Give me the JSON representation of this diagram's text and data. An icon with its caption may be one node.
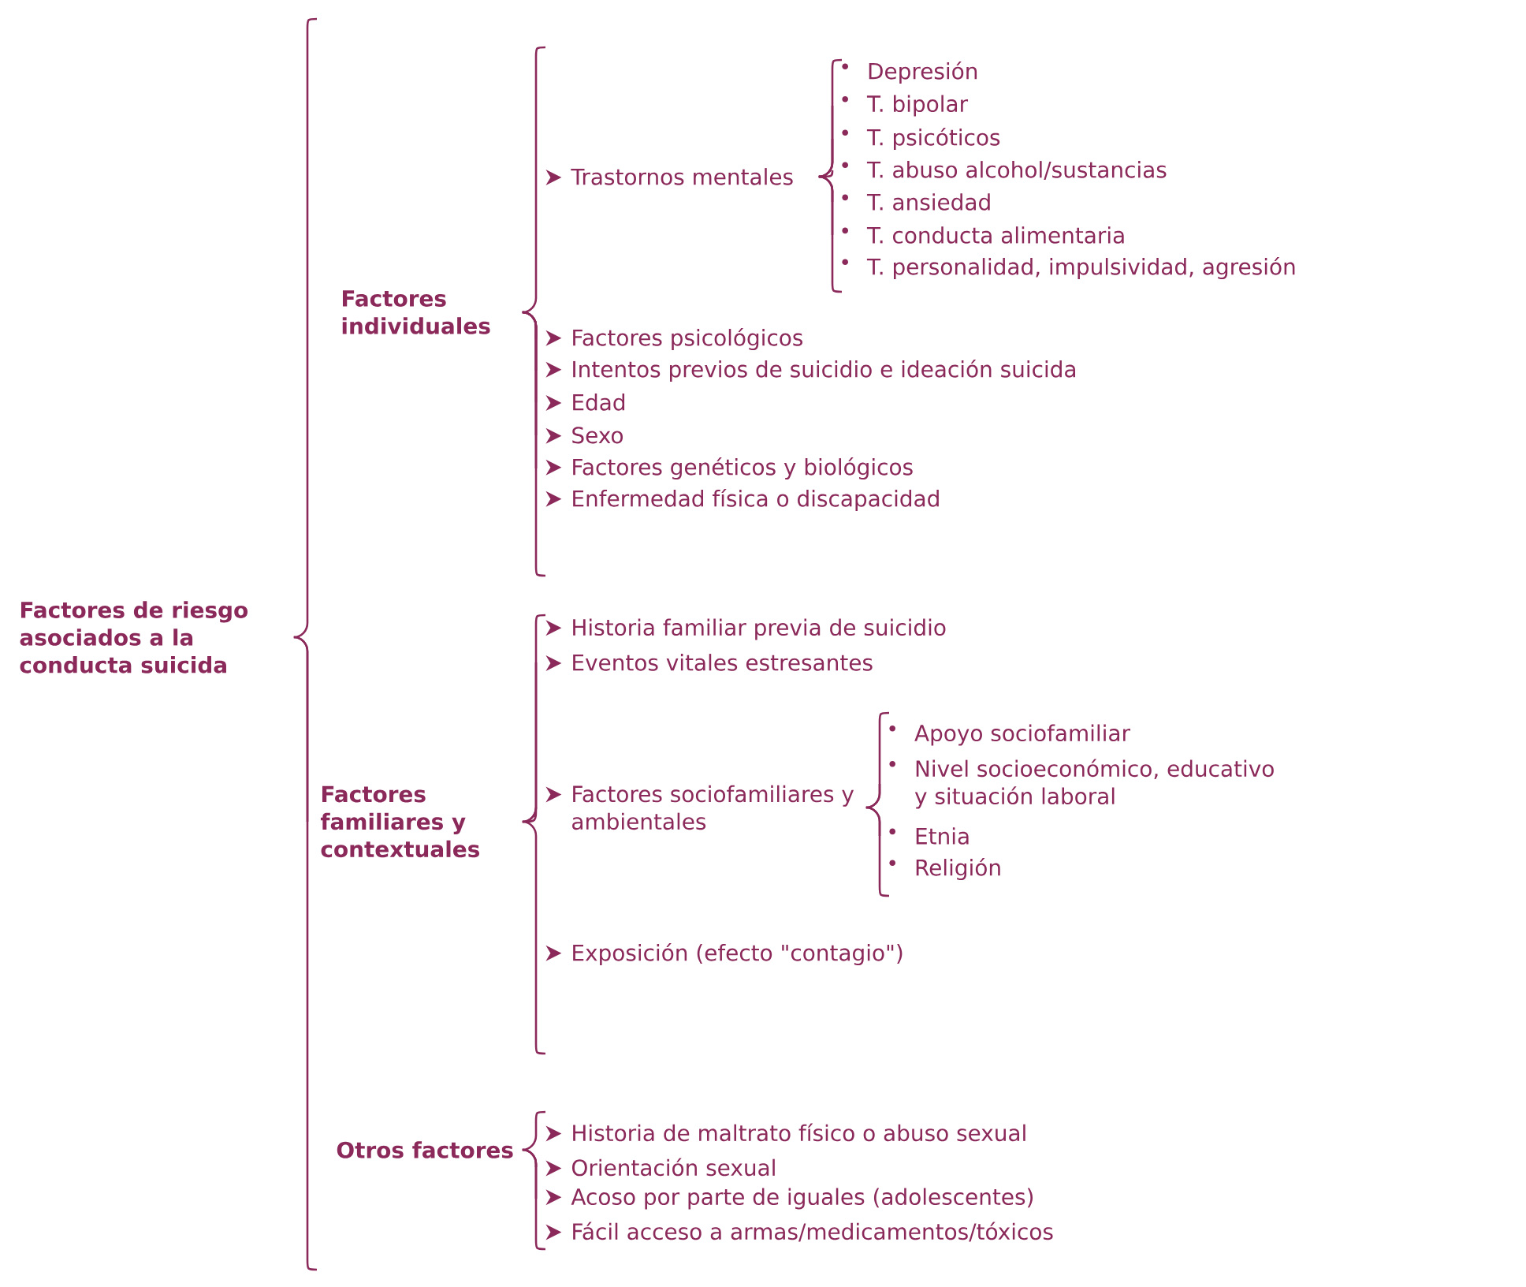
{
  "diagram": {
    "nodes": [
      {
        "text": [
          "Factores de riesgo asociados a la conducta suicida"
        ]
      },
      {
        "text": [
          "Factores individuales"
        ]
      },
      {
        "text": [
          "Trastornos mentales"
        ]
      },
      {
        "text": [
          "Depresión"
        ]
      },
      {
        "text": [
          "T. bipolar"
        ]
      },
      {
        "text": [
          "T. psicóticos"
        ]
      },
      {
        "text": [
          "T. abuso alcohol/sustancias"
        ]
      },
      {
        "text": [
          "T. ansiedad"
        ]
      },
      {
        "text": [
          "T. conducta alimentaria"
        ]
      },
      {
        "text": [
          "T. personalidad, impulsividad, agresión"
        ]
      },
      {
        "text": [
          "Factores psicológicos"
        ]
      },
      {
        "text": [
          "Intentos previos de suicidio e ideación suicida"
        ]
      },
      {
        "text": [
          "Edad"
        ]
      },
      {
        "text": [
          "Sexo"
        ]
      },
      {
        "text": [
          "Factores genéticos y biológicos"
        ]
      },
      {
        "text": [
          "Enfermedad física o discapacidad"
        ]
      },
      {
        "text": [
          "Factores familiares y contextuales"
        ]
      },
      {
        "text": [
          "Historia familiar previa de suicidio"
        ]
      },
      {
        "text": [
          "Eventos vitales estresantes"
        ]
      },
      {
        "text": [
          "Factores sociofamiliares y ambientales"
        ]
      },
      {
        "text": [
          "Apoyo sociofamiliar"
        ]
      },
      {
        "text": [
          "Nivel socioeconómico, educativo y situación laboral"
        ]
      },
      {
        "text": [
          "Etnia"
        ]
      },
      {
        "text": [
          "Religión"
        ]
      },
      {
        "text": [
          "Exposición (efecto \"contagio\")"
        ]
      },
      {
        "text": [
          "Otros factores"
        ]
      },
      {
        "text": [
          "Historia de maltrato físico o abuso sexual"
        ]
      },
      {
        "text": [
          "Orientación sexual"
        ]
      },
      {
        "text": [
          "Acoso por parte de iguales (adolescentes)"
        ]
      },
      {
        "text": [
          "Fácil acceso a armas/medicamentos/tóxicos"
        ]
      }
    ],
    "edges": [
      {
        "from": 0,
        "to": 1,
        "arrow": "none"
      },
      {
        "from": 0,
        "to": 16,
        "arrow": "none"
      },
      {
        "from": 0,
        "to": 25,
        "arrow": "none"
      },
      {
        "from": 1,
        "to": 2,
        "arrow": "none"
      },
      {
        "from": 1,
        "to": 10,
        "arrow": "none"
      },
      {
        "from": 1,
        "to": 11,
        "arrow": "none"
      },
      {
        "from": 1,
        "to": 12,
        "arrow": "none"
      },
      {
        "from": 1,
        "to": 13,
        "arrow": "none"
      },
      {
        "from": 1,
        "to": 14,
        "arrow": "none"
      },
      {
        "from": 1,
        "to": 15,
        "arrow": "none"
      },
      {
        "from": 2,
        "to": 3,
        "arrow": "none"
      },
      {
        "from": 2,
        "to": 4,
        "arrow": "none"
      },
      {
        "from": 2,
        "to": 5,
        "arrow": "none"
      },
      {
        "from": 2,
        "to": 6,
        "arrow": "none"
      },
      {
        "from": 2,
        "to": 7,
        "arrow": "none"
      },
      {
        "from": 2,
        "to": 8,
        "arrow": "none"
      },
      {
        "from": 2,
        "to": 9,
        "arrow": "none"
      },
      {
        "from": 16,
        "to": 17,
        "arrow": "none"
      },
      {
        "from": 16,
        "to": 18,
        "arrow": "none"
      },
      {
        "from": 16,
        "to": 19,
        "arrow": "none"
      },
      {
        "from": 16,
        "to": 24,
        "arrow": "none"
      },
      {
        "from": 19,
        "to": 20,
        "arrow": "none"
      },
      {
        "from": 19,
        "to": 21,
        "arrow": "none"
      },
      {
        "from": 19,
        "to": 22,
        "arrow": "none"
      },
      {
        "from": 19,
        "to": 23,
        "arrow": "none"
      },
      {
        "from": 25,
        "to": 26,
        "arrow": "none"
      },
      {
        "from": 25,
        "to": 27,
        "arrow": "none"
      },
      {
        "from": 25,
        "to": 28,
        "arrow": "none"
      },
      {
        "from": 25,
        "to": 29,
        "arrow": "none"
      }
    ]
  }
}
